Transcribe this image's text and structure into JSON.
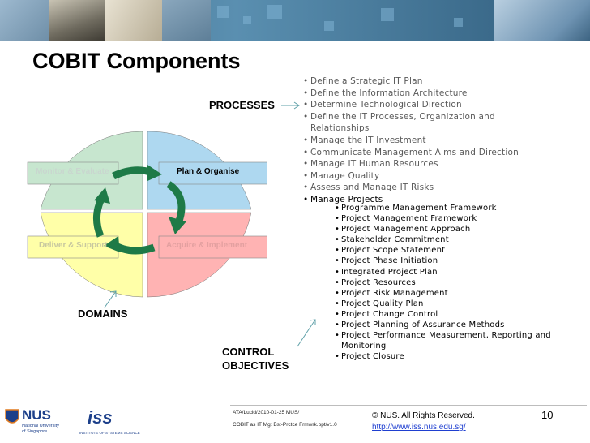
{
  "title": "COBIT Components",
  "labels": {
    "processes": "PROCESSES",
    "domains": "DOMAINS",
    "control_line1": "CONTROL",
    "control_line2": "OBJECTIVES"
  },
  "quadrants": {
    "monitor": "Monitor & Evaluate",
    "plan": "Plan & Organise",
    "deliver": "Deliver & Support",
    "acquire": "Acquire & Implement"
  },
  "processes": [
    "Define a Strategic IT Plan",
    "Define the Information Architecture",
    "Determine Technological Direction",
    "Define the IT Processes, Organization and",
    "Relationships",
    "Manage the IT Investment",
    "Communicate Management Aims and Direction",
    "Manage IT Human Resources",
    "Manage Quality",
    "Assess and Manage IT Risks",
    "Manage Projects"
  ],
  "control_objectives": [
    "Programme Management Framework",
    "Project Management Framework",
    "Project Management Approach",
    "Stakeholder Commitment",
    "Project Scope Statement",
    "Project Phase Initiation",
    "Integrated Project Plan",
    "Project Resources",
    "Project Risk Management",
    "Project Quality Plan",
    "Project Change Control",
    "Project Planning of Assurance Methods",
    "Project Performance Measurement, Reporting and",
    "Monitoring",
    "Project Closure"
  ],
  "footer": {
    "logo_nus": "NUS",
    "logo_nus_sub1": "National University",
    "logo_nus_sub2": "of Singapore",
    "logo_iss": "iss",
    "logo_iss_sub": "INSTITUTE OF SYSTEMS SCIENCE",
    "ref1": "ATA/Lucid/2010-01-25 MUS/",
    "ref2": "COBIT as IT Mgt Bst-Prctce Frmwrk.ppt/v1.0",
    "copyright": "©  NUS. All Rights Reserved.",
    "url": "http://www.iss.nus.edu.sg/",
    "page": "10"
  },
  "colors": {
    "monitor_quadrant": "#c7e6cf",
    "plan_quadrant": "#aed8f0",
    "deliver_quadrant": "#ffffa8",
    "acquire_quadrant": "#ffb3b3",
    "cycle_arrow": "#1e7a47",
    "pointer_arrow": "#5fa0a8",
    "banner": "#3f6e8e"
  }
}
